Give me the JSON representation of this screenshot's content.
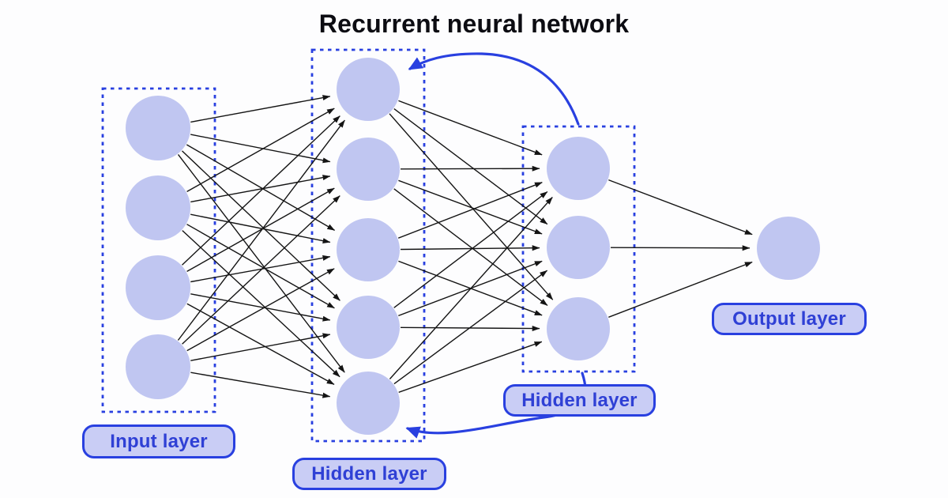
{
  "title": "Recurrent neural network",
  "colors": {
    "accent_blue": "#2940e0",
    "text_blue": "#2f40d5",
    "node_fill": "#c0c6f1",
    "label_fill": "#c9cdf5",
    "connection_black": "#141414",
    "background": "#fdfdfe"
  },
  "layers": [
    {
      "id": "input",
      "label": "Input layer",
      "node_count": 4,
      "boxed": true
    },
    {
      "id": "hidden1",
      "label": "Hidden layer",
      "node_count": 5,
      "boxed": true
    },
    {
      "id": "hidden2",
      "label": "Hidden layer",
      "node_count": 3,
      "boxed": true
    },
    {
      "id": "output",
      "label": "Output layer",
      "node_count": 1,
      "boxed": false
    }
  ],
  "connections": [
    {
      "from": "input",
      "to": "hidden1",
      "type": "fully-connected",
      "count": 20
    },
    {
      "from": "hidden1",
      "to": "hidden2",
      "type": "fully-connected",
      "count": 15
    },
    {
      "from": "hidden2",
      "to": "output",
      "type": "fully-connected",
      "count": 3
    }
  ],
  "recurrent_connections": [
    {
      "from": "hidden2",
      "to": "hidden1",
      "position": "top",
      "style": "curved-blue-arrow"
    },
    {
      "from": "hidden2",
      "to": "hidden1",
      "position": "bottom",
      "style": "curved-blue-arrow"
    }
  ]
}
